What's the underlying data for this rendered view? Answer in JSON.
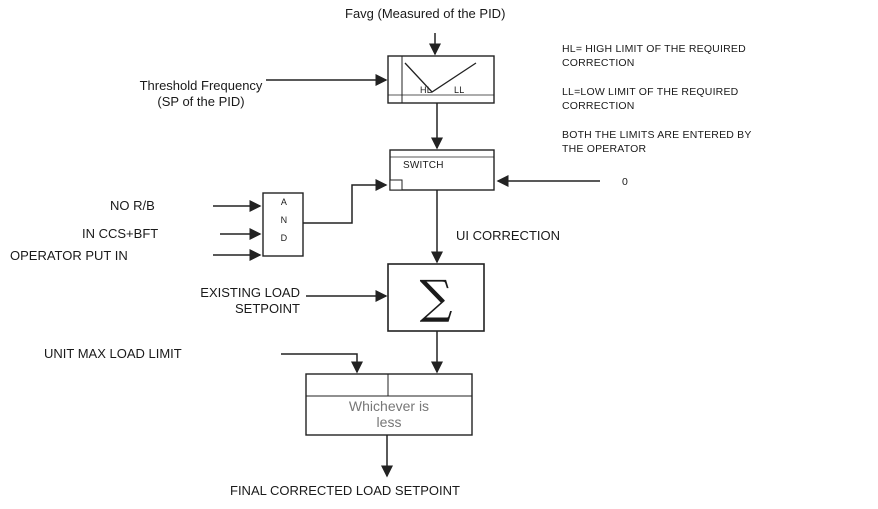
{
  "top_input_label": "Favg (Measured of the PID)",
  "threshold_label_line1": "Threshold Frequency",
  "threshold_label_line2": "(SP of the PID)",
  "pid_block": {
    "hl": "HL",
    "ll": "LL"
  },
  "notes": {
    "hl_line1": "HL= HIGH LIMIT OF THE REQUIRED",
    "hl_line2": "CORRECTION",
    "ll_line1": "LL=LOW LIMIT OF THE REQUIRED",
    "ll_line2": "CORRECTION",
    "both_line1": "BOTH THE LIMITS ARE ENTERED BY",
    "both_line2": "THE OPERATOR"
  },
  "switch_label": "SWITCH",
  "zero_input": "0",
  "and_gate": {
    "a": "A",
    "n": "N",
    "d": "D"
  },
  "and_inputs": [
    "NO R/B",
    "IN CCS+BFT",
    "OPERATOR PUT IN"
  ],
  "ui_correction_label": "UI CORRECTION",
  "existing_load_line1": "EXISTING LOAD",
  "existing_load_line2": "SETPOINT",
  "sum_symbol": "∑",
  "unit_max_label": "UNIT MAX LOAD LIMIT",
  "min_block_line1": "Whichever is",
  "min_block_line2": "less",
  "final_label": "FINAL CORRECTED LOAD SETPOINT"
}
